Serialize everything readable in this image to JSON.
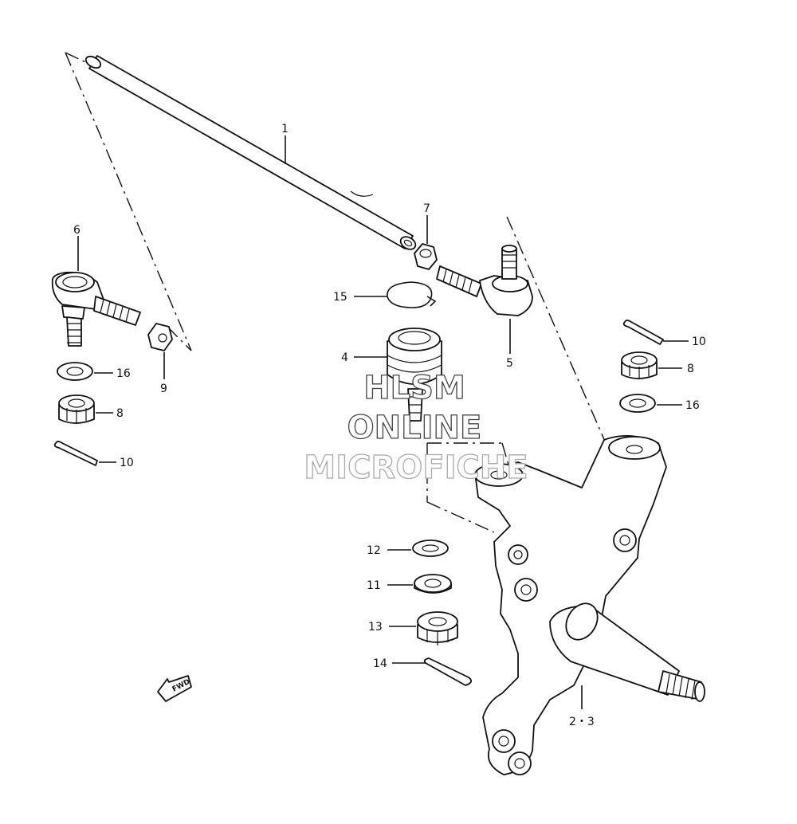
{
  "diagram": {
    "callouts": {
      "c1": "1",
      "c4": "4",
      "c5": "5",
      "c6": "6",
      "c7": "7",
      "c8_left": "8",
      "c8_right": "8",
      "c9": "9",
      "c10_left": "10",
      "c10_right": "10",
      "c11": "11",
      "c12": "12",
      "c13": "13",
      "c14": "14",
      "c15": "15",
      "c16_left": "16",
      "c16_right": "16",
      "c2_3": "2・3"
    },
    "direction_marker": "FWD"
  },
  "watermark": {
    "line1": "HLSM",
    "line2": "ONLINE",
    "line3": "MICROFICHE"
  }
}
